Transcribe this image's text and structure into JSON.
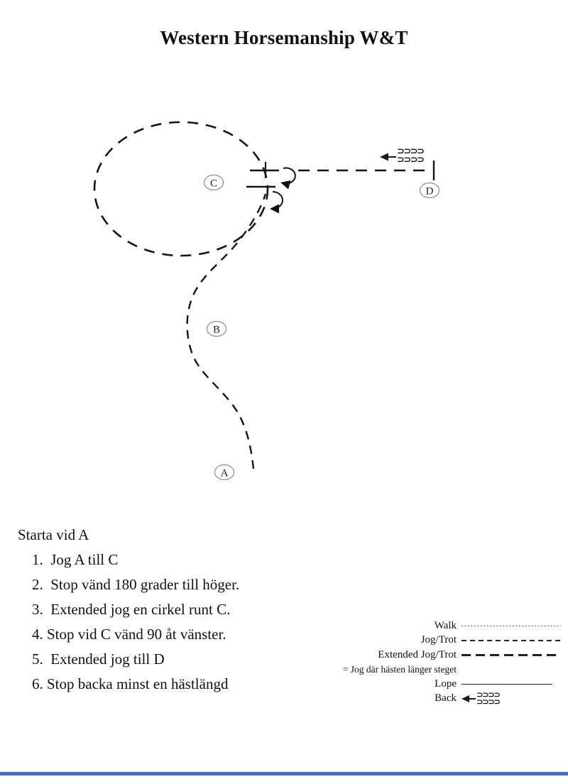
{
  "title": "Western Horsemanship W&T",
  "diagram": {
    "labels": {
      "a": "A",
      "b": "B",
      "c": "C",
      "d": "D"
    },
    "back_glyph_row": "⊃⊃⊃⊃"
  },
  "instructions": {
    "start": "Starta vid A",
    "steps": [
      "1.  Jog A till C",
      "2.  Stop vänd 180 grader till höger.",
      "3.  Extended jog en cirkel runt C.",
      "4. Stop vid C vänd 90 åt vänster.",
      "5.  Extended jog till D",
      "6. Stop backa minst en hästlängd"
    ]
  },
  "legend": {
    "walk": "Walk",
    "jog": "Jog/Trot",
    "extended": "Extended Jog/Trot",
    "note": "= Jog där hästen länger steget",
    "lope": "Lope",
    "back": "Back",
    "back_glyph_row": "⊃⊃⊃⊃"
  },
  "accent_color": "#3b70d1"
}
